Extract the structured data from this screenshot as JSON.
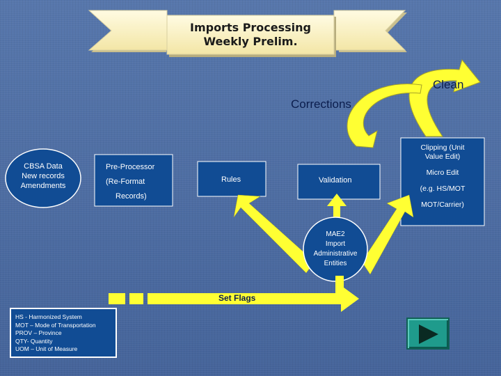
{
  "banner": {
    "title_line1": "Imports Processing",
    "title_line2": "Weekly Prelim."
  },
  "labels": {
    "clean": "Clean",
    "corrections": "Corrections",
    "set_flags": "Set Flags"
  },
  "nodes": {
    "source": {
      "line1": "CBSA Data",
      "line2": "New records",
      "line3": "Amendments"
    },
    "preprocessor": {
      "line1": "Pre-Processor",
      "line2": "(Re-Format",
      "line3": "Records)"
    },
    "rules": "Rules",
    "validation": "Validation",
    "clipping": {
      "line1": "Clipping (Unit",
      "line2": "Value Edit)",
      "line3": "Micro Edit",
      "line4": "(e.g. HS/MOT",
      "line5": "MOT/Carrier)"
    },
    "mae2": {
      "line1": "MAE2",
      "line2": "Import",
      "line3": "Administrative",
      "line4": "Entities"
    }
  },
  "legend": [
    "HS - Harmonized System",
    "MOT – Mode of Transportation",
    "PROV – Province",
    "QTY- Quantity",
    "UOM – Unit of Measure"
  ],
  "colors": {
    "background": "#4a6a9e",
    "arrow_yellow": "#ffff33",
    "banner_fill": "#fbf3c8",
    "node_fill": "#114c94",
    "play_button": "#1f9b8c"
  },
  "icons": {
    "play": "play-triangle-icon"
  }
}
